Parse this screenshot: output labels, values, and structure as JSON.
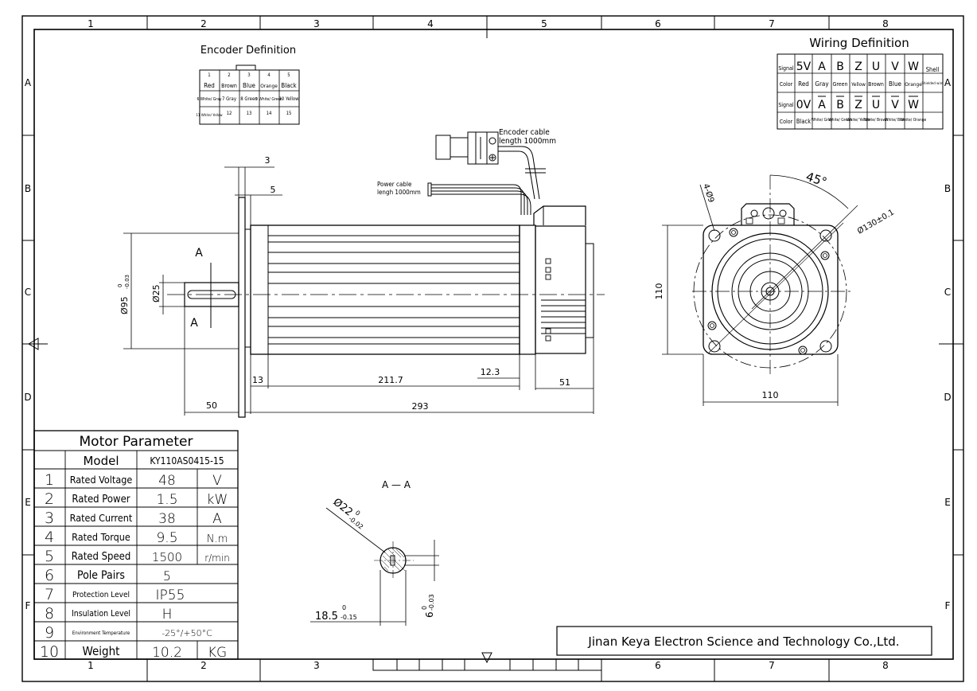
{
  "frame": {
    "columns": [
      "1",
      "2",
      "3",
      "4",
      "5",
      "6",
      "7",
      "8"
    ],
    "rows": [
      "A",
      "B",
      "C",
      "D",
      "E",
      "F"
    ]
  },
  "encoder_definition": {
    "title": "Encoder Definition",
    "rows": [
      [
        "1",
        "2",
        "3",
        "4",
        "5"
      ],
      [
        "Red",
        "Brown",
        "Blue",
        "Orange",
        "Black"
      ],
      [
        "6 White/ Gray",
        "7 Gray",
        "8 Green",
        "9 White/ Green",
        "10 Yellow"
      ],
      [
        "11 White/ Yellow",
        "12",
        "13",
        "14",
        "15"
      ]
    ]
  },
  "wiring_definition": {
    "title": "Wiring Definition",
    "rows": [
      [
        "Signal",
        "5V",
        "A",
        "B",
        "Z",
        "U",
        "V",
        "W",
        "Shell"
      ],
      [
        "Color",
        "Red",
        "Gray",
        "Green",
        "Yellow",
        "Brown",
        "Blue",
        "Orange",
        "Shielded wire"
      ],
      [
        "Signal",
        "0V",
        "A",
        "B",
        "Z",
        "U",
        "V",
        "W",
        ""
      ],
      [
        "Color",
        "Black",
        "White/ Gray",
        "White/ Green",
        "White/ Yellow",
        "White/ Brown",
        "White/ Blue",
        "White/ Orange",
        ""
      ]
    ]
  },
  "cables": {
    "encoder_line1": "Encoder cable",
    "encoder_line2": "length 1000mm",
    "power_line1": "Power cable",
    "power_line2": "lengh 1000mm"
  },
  "dimensions": {
    "d3": "3",
    "d5": "5",
    "d13": "13",
    "d211": "211.7",
    "d12": "12.3",
    "d51": "51",
    "d50": "50",
    "d293": "293",
    "d110v": "110",
    "d110h": "110",
    "phi25": "Ø25",
    "phi95": "Ø95",
    "phi95_up": "0",
    "phi95_lo": "-0.03",
    "angle": "45°",
    "holes": "4-Ø9",
    "pcd": "Ø130±0.1",
    "sec_a1": "A",
    "sec_a2": "A"
  },
  "section": {
    "title": "A — A",
    "phi22": "Ø22",
    "phi22_up": "0",
    "phi22_lo": "-0.02",
    "d18": "18.5",
    "d18_up": "0",
    "d18_lo": "-0.15",
    "d6": "6",
    "d6_up": "0",
    "d6_lo": "-0.03"
  },
  "motor_parameter": {
    "title": "Motor Parameter",
    "model_label": "Model",
    "model_value": "KY110AS0415-15",
    "rows": [
      {
        "no": "1",
        "name": "Rated Voltage",
        "value": "48",
        "unit": "V"
      },
      {
        "no": "2",
        "name": "Rated Power",
        "value": "1.5",
        "unit": "kW"
      },
      {
        "no": "3",
        "name": "Rated Current",
        "value": "38",
        "unit": "A"
      },
      {
        "no": "4",
        "name": "Rated Torque",
        "value": "9.5",
        "unit": "N.m"
      },
      {
        "no": "5",
        "name": "Rated Speed",
        "value": "1500",
        "unit": "r/min"
      },
      {
        "no": "6",
        "name": "Pole Pairs",
        "value": "5",
        "unit": ""
      },
      {
        "no": "7",
        "name": "Protection Level",
        "value": "IP55",
        "unit": ""
      },
      {
        "no": "8",
        "name": "Insulation Level",
        "value": "H",
        "unit": ""
      },
      {
        "no": "9",
        "name": "Environment Temperature",
        "value": "-25°/+50°C",
        "unit": ""
      },
      {
        "no": "10",
        "name": "Weight",
        "value": "10.2",
        "unit": "KG"
      }
    ]
  },
  "company": "Jinan Keya Electron Science and Technology Co.,Ltd."
}
